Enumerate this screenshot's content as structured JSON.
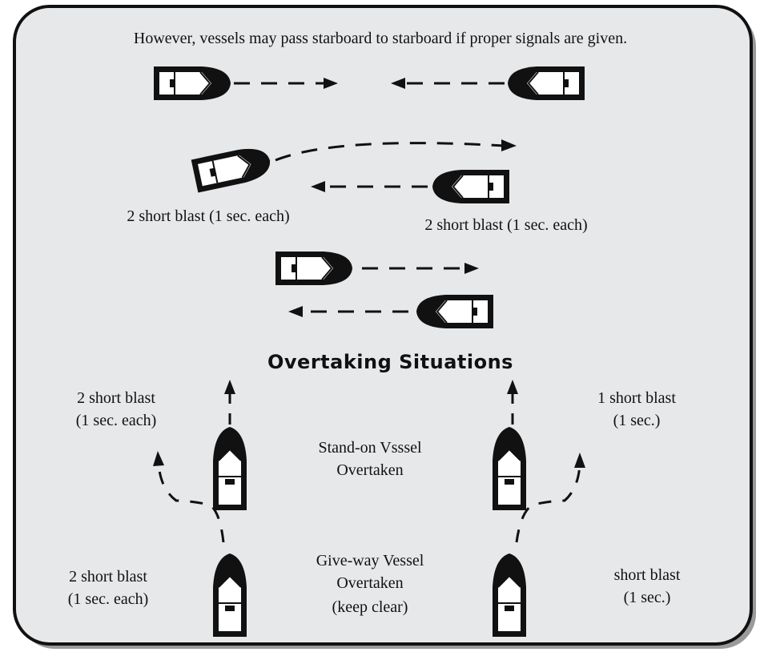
{
  "colors": {
    "panel": "#e7e8ea",
    "ink": "#111111",
    "shadow": "#9a9a9a",
    "hull_inner": "#ffffff"
  },
  "intro_text": "However, vessels may pass starboard to starboard if proper signals are given.",
  "head_on": {
    "left_boat_signal": "2 short blast (1 sec. each)",
    "right_boat_signal": "2 short blast (1 sec. each)"
  },
  "overtaking": {
    "heading": "Overtaking Situations",
    "left": {
      "top_signal_line1": "2 short blast",
      "top_signal_line2": "(1 sec. each)",
      "bottom_signal_line1": "2 short blast",
      "bottom_signal_line2": "(1 sec. each)"
    },
    "right": {
      "top_signal_line1": "1 short blast",
      "top_signal_line2": "(1 sec.)",
      "bottom_signal_line1": "short blast",
      "bottom_signal_line2": "(1 sec.)"
    },
    "stand_on_line1": "Stand-on Vsssel",
    "stand_on_line2": "Overtaken",
    "give_way_line1": "Give-way Vessel",
    "give_way_line2": "Overtaken",
    "give_way_line3": "(keep clear)"
  },
  "icons": [
    "boat-icon",
    "arrow-icon"
  ]
}
